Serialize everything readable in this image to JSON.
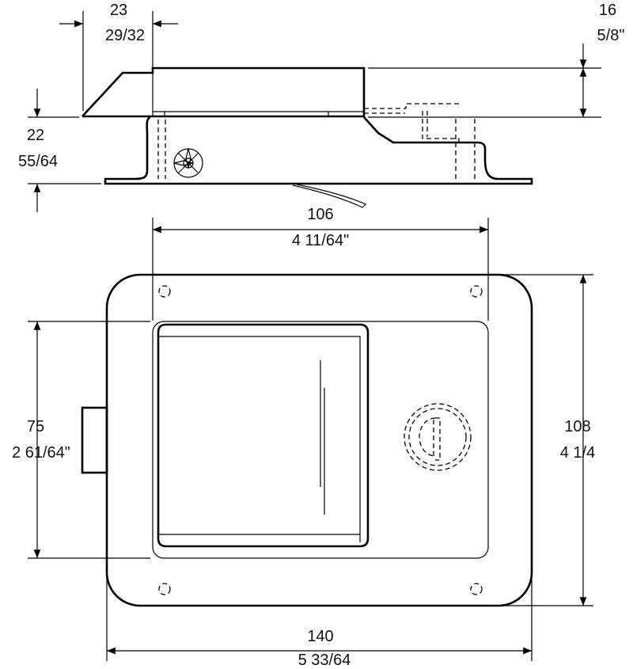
{
  "dimensions": {
    "top_left_offset": {
      "mm": "23",
      "inch": "29/32"
    },
    "cover_height": {
      "mm": "16",
      "inch": "5/8\""
    },
    "body_depth": {
      "mm": "22",
      "inch": "55/64"
    },
    "cutout_width": {
      "mm": "106",
      "inch": "4 11/64\""
    },
    "cutout_height": {
      "mm": "75",
      "inch": "2 61/64\""
    },
    "flange_height": {
      "mm": "108",
      "inch": "4 1/4"
    },
    "flange_width": {
      "mm": "140",
      "inch": "5 33/64"
    }
  }
}
